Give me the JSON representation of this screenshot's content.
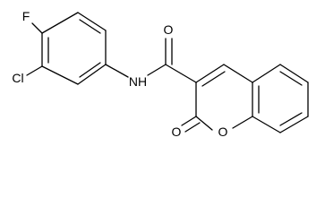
{
  "molecule": {
    "atoms": {
      "fluorine": "F",
      "chlorine": "Cl",
      "amide_nitrogen": "NH",
      "amide_oxygen": "O",
      "lactone_carbonyl_oxygen": "O",
      "ring_oxygen": "O"
    }
  }
}
